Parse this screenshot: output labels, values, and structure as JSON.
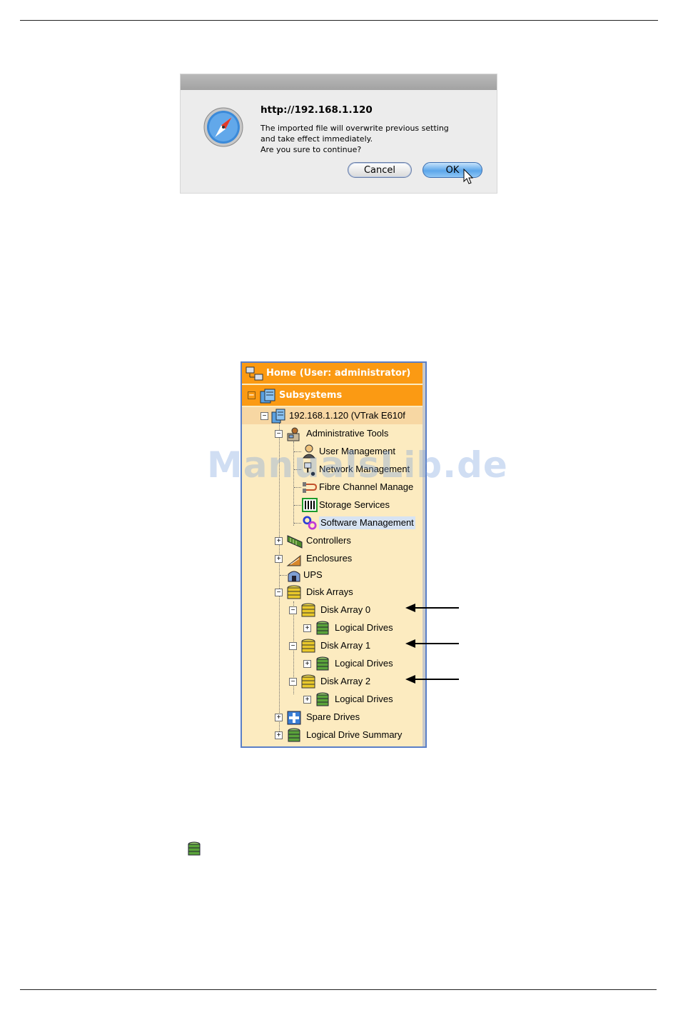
{
  "dialog": {
    "url": "http://192.168.1.120",
    "message_line1": "The imported file will overwrite previous setting",
    "message_line2": "and take effect immediately.",
    "message_line3": "Are you sure to continue?",
    "cancel_label": "Cancel",
    "ok_label": "OK"
  },
  "tree": {
    "home": "Home (User: administrator)",
    "subsystems": "Subsystems",
    "subsystem": "192.168.1.120 (VTrak E610f",
    "admin_tools": "Administrative Tools",
    "user_mgmt": "User Management",
    "network_mgmt": "Network Management",
    "fc_mgmt": "Fibre Channel Manage",
    "storage_services": "Storage Services",
    "software_mgmt": "Software Management",
    "controllers": "Controllers",
    "enclosures": "Enclosures",
    "ups": "UPS",
    "disk_arrays": "Disk Arrays",
    "disk_array_0": "Disk Array 0",
    "disk_array_1": "Disk Array 1",
    "disk_array_2": "Disk Array 2",
    "logical_drives": "Logical Drives",
    "spare_drives": "Spare Drives",
    "ld_summary": "Logical Drive Summary"
  },
  "watermark": "ManualsLib.de"
}
